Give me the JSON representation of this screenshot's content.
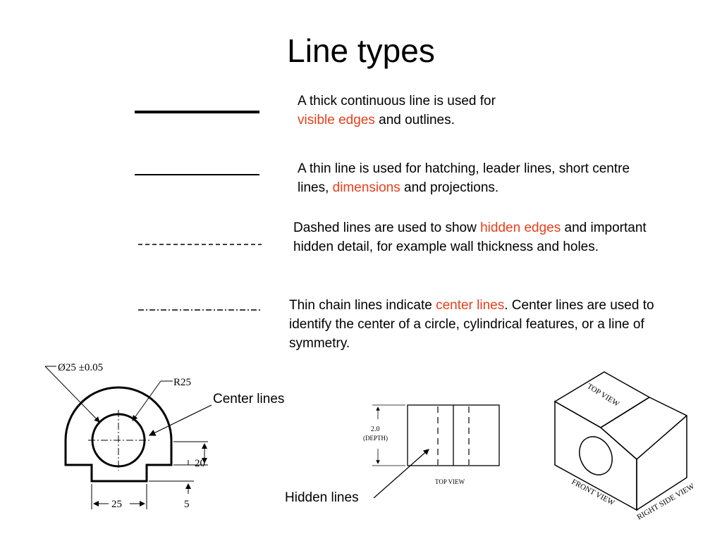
{
  "title": "Line types",
  "rows": [
    {
      "text_a": "A thick continuous line is used for",
      "text_b": "visible edges",
      "text_c": " and outlines."
    },
    {
      "text_a": "A thin line is used for hatching, leader lines, short centre lines, ",
      "text_b": "dimensions",
      "text_c": " and projections."
    },
    {
      "text_a": "Dashed lines are used to show ",
      "text_b": "hidden edges",
      "text_c": " and important hidden detail, for example wall thickness and holes."
    },
    {
      "text_a": "Thin chain lines indicate ",
      "text_b": "center lines",
      "text_c": ". Center lines are used to identify the center of a circle, cylindrical features, or a line of symmetry."
    }
  ],
  "figure1": {
    "diameter_label": "Ø25 ±0.05",
    "radius_label": "R25",
    "dim_height": "20",
    "dim_width": "25",
    "dim_small": "5",
    "callout": "Center lines"
  },
  "figure2": {
    "depth_value": "2.0",
    "depth_word": "(DEPTH)",
    "view_label": "TOP VIEW",
    "callout": "Hidden lines"
  },
  "figure3": {
    "top_label": "TOP VIEW",
    "front_label": "FRONT VIEW",
    "side_label": "RIGHT SIDE VIEW"
  },
  "colors": {
    "highlight": "#e8401c"
  }
}
